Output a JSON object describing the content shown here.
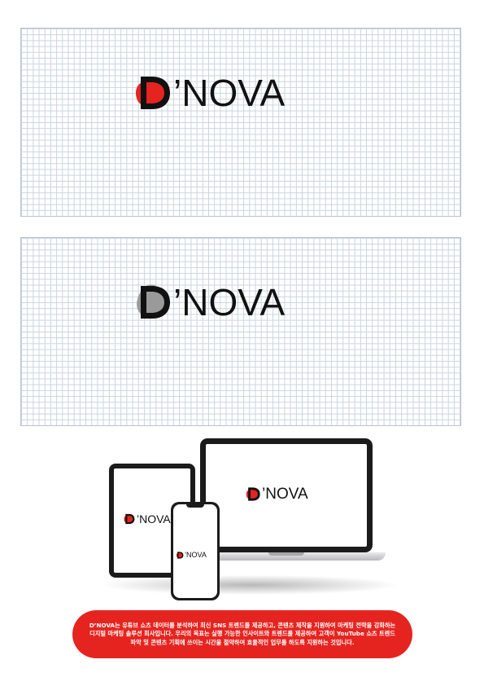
{
  "brand": {
    "wordmark": "D’NOVA",
    "wordmark_tail": "’NOVA",
    "accent_color": "#e52420",
    "mono_color": "#9a9a9a",
    "text_color": "#111111"
  },
  "panels": [
    {
      "variant": "color",
      "background": "grid"
    },
    {
      "variant": "monochrome",
      "background": "grid"
    }
  ],
  "mockup": {
    "devices": [
      "laptop",
      "tablet",
      "phone"
    ]
  },
  "description": "D’NOVA는 유튜브 쇼츠 데이터를 분석하여 최신 SNS 트렌드를 제공하고, 콘텐츠 제작을 지원하여 마케팅 전략을 강화하는 디지털 마케팅 솔루션 회사입니다. 우리의 목표는 실행 가능한 인사이트와 트렌드를 제공하여 고객이 YouTube 쇼츠 트렌드 파악 및 콘텐츠 기획에 쓰이는 시간을 절약하여 효율적인 업무를 하도록 지원하는 것입니다."
}
